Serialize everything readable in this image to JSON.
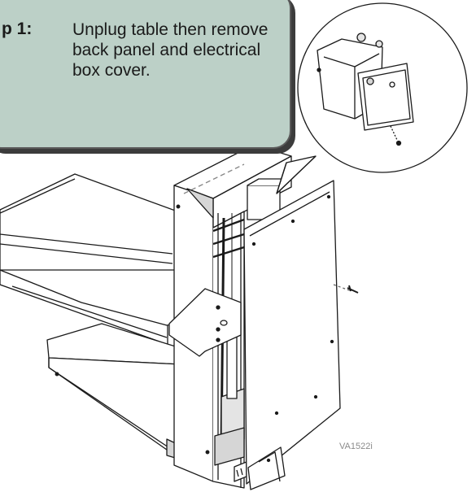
{
  "instruction": {
    "step_label": "p 1:",
    "text": "Unplug table then remove back panel and electrical box cover."
  },
  "figure_id": "VA1522i",
  "colors": {
    "callout_fill": "#bcd0c7",
    "line": "#1a1a1a",
    "shade": "#d6d6d6"
  }
}
